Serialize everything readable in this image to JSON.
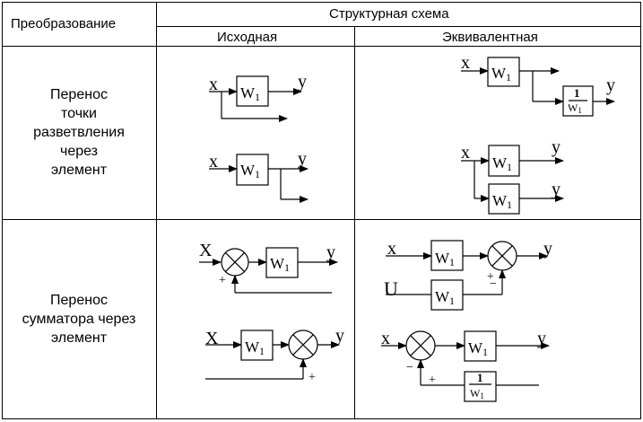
{
  "header": {
    "transformation": "Преобразование",
    "structural_scheme": "Структурная схема",
    "original": "Исходная",
    "equivalent": "Эквивалентная"
  },
  "rows": [
    {
      "label_lines": [
        "Перенос",
        "точки",
        "разветвления",
        "через",
        "элемент"
      ]
    },
    {
      "label_lines": [
        "Перенос",
        "сумматора через",
        "элемент"
      ]
    }
  ],
  "symbols": {
    "input_x": "x",
    "input_X": "X",
    "output_y": "y",
    "input_u": "U",
    "block_w": "W",
    "block_sub": "1",
    "frac_num": "1",
    "plus": "+",
    "minus": "−"
  }
}
